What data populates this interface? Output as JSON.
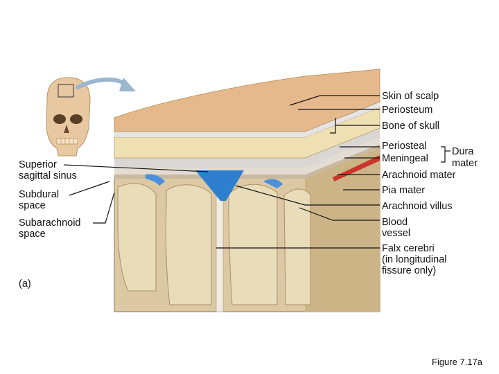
{
  "labels": {
    "skin_of_scalp": "Skin of scalp",
    "periosteum": "Periosteum",
    "bone_of_skull": "Bone of skull",
    "periosteal": "Periosteal",
    "meningeal": "Meningeal",
    "dura": "Dura",
    "mater": "mater",
    "arachnoid_mater": "Arachnoid mater",
    "pia_mater": "Pia mater",
    "arachnoid_villus": "Arachnoid villus",
    "blood_vessel": [
      "Blood",
      "vessel"
    ],
    "falx_cerebri": [
      "Falx cerebri",
      "(in longitudinal",
      "fissure only)"
    ],
    "superior_sagittal_sinus": [
      "Superior",
      "sagittal sinus"
    ],
    "subdural_space": [
      "Subdural",
      "space"
    ],
    "subarachnoid_space": [
      "Subarachnoid",
      "space"
    ],
    "panel": "(a)",
    "figure": "Figure 7.17a"
  },
  "colors": {
    "scalp": "#e6b98c",
    "bone": "#efe0b3",
    "periosteum": "#dcdcdc",
    "venous_blue": "#2f7fd0",
    "brain_tissue": "#dcc9a3",
    "blood_red": "#c9342b"
  }
}
